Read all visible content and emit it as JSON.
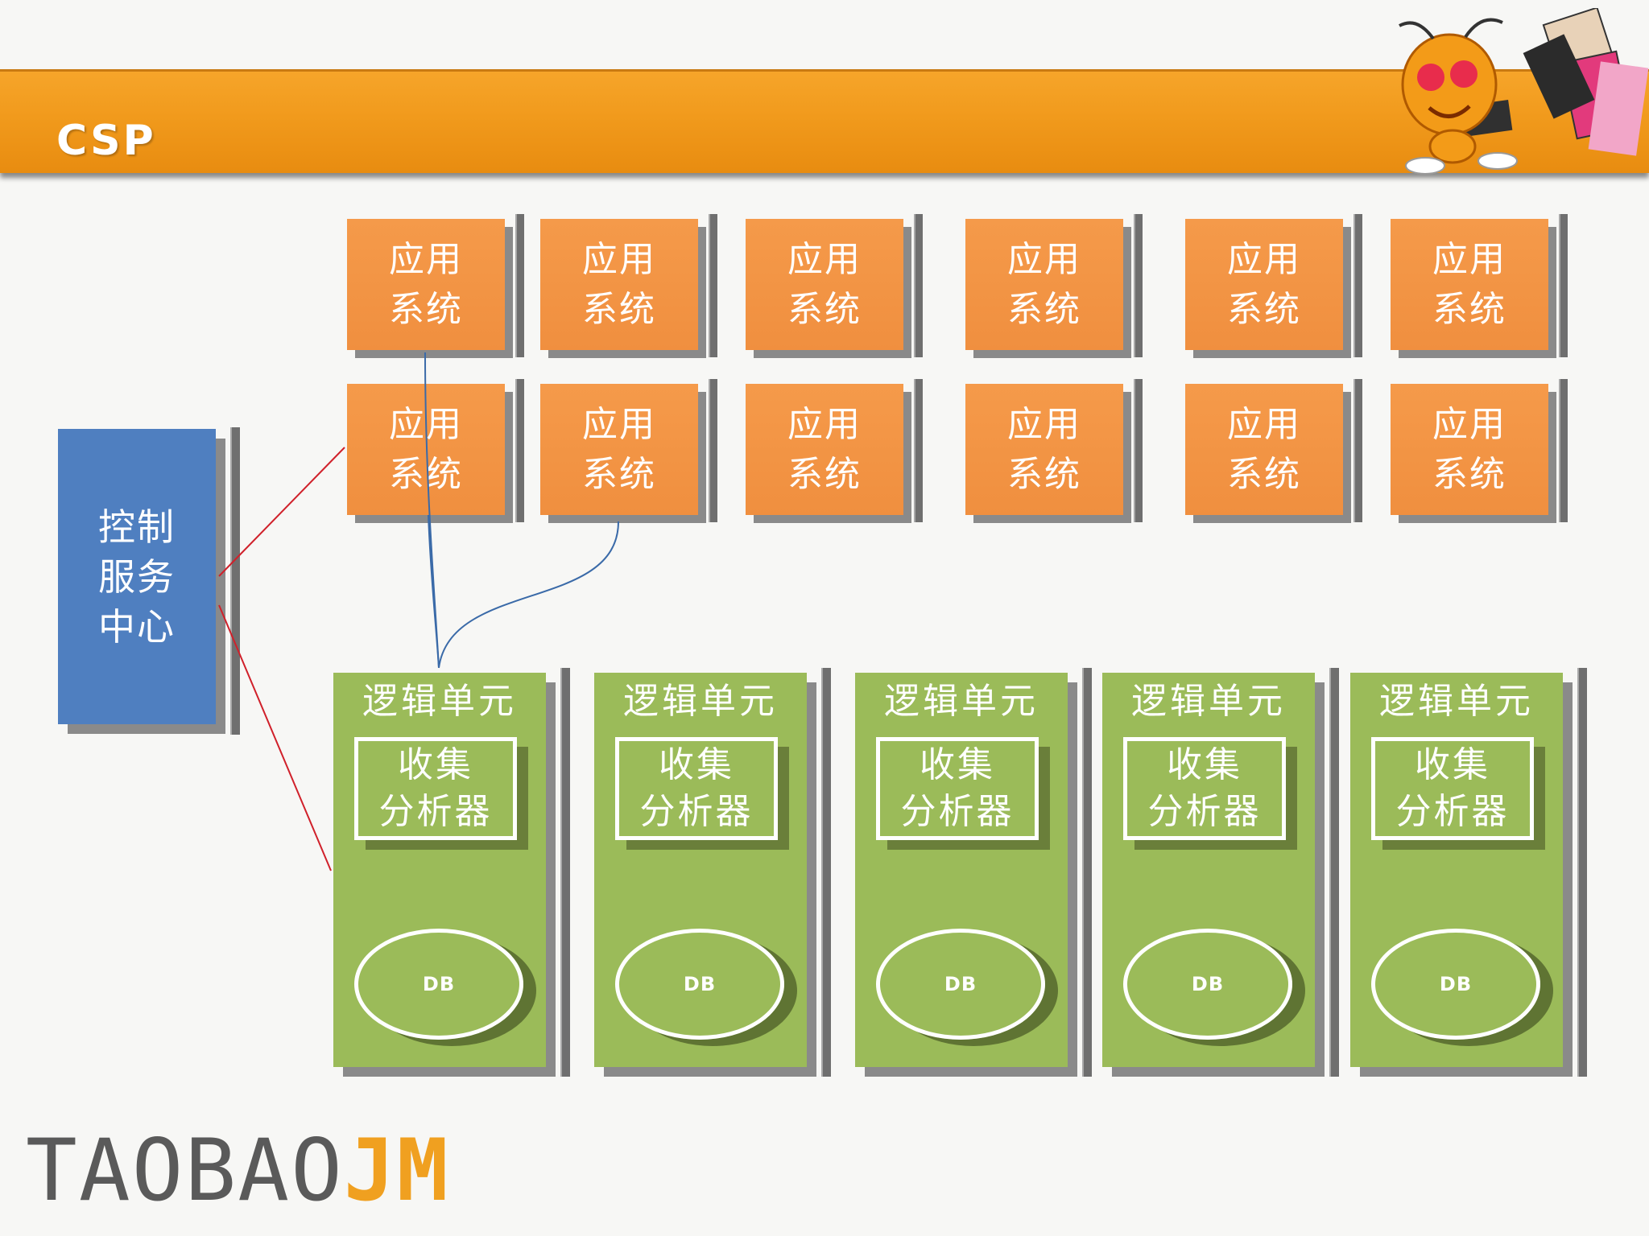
{
  "header": {
    "title": "CSP"
  },
  "app_system_label": "应用\n系统",
  "app_rows": [
    [
      "应用\n系统",
      "应用\n系统",
      "应用\n系统",
      "应用\n系统",
      "应用\n系统",
      "应用\n系统"
    ],
    [
      "应用\n系统",
      "应用\n系统",
      "应用\n系统",
      "应用\n系统",
      "应用\n系统",
      "应用\n系统"
    ]
  ],
  "control_center": {
    "label": "控制\n服务\n中心"
  },
  "units": [
    {
      "title": "逻辑单元",
      "collector": "收集\n分析器",
      "db": "DB"
    },
    {
      "title": "逻辑单元",
      "collector": "收集\n分析器",
      "db": "DB"
    },
    {
      "title": "逻辑单元",
      "collector": "收集\n分析器",
      "db": "DB"
    },
    {
      "title": "逻辑单元",
      "collector": "收集\n分析器",
      "db": "DB"
    },
    {
      "title": "逻辑单元",
      "collector": "收集\n分析器",
      "db": "DB"
    }
  ],
  "colors": {
    "header_orange": "#f19a1c",
    "app_orange": "#f08f3f",
    "control_blue": "#4f7fc0",
    "unit_green": "#9bbb59",
    "red_line": "#d0202a",
    "blue_line": "#3a6aa8"
  },
  "footer": {
    "logo_gray": "TAOBAO",
    "logo_orange": "JM"
  }
}
